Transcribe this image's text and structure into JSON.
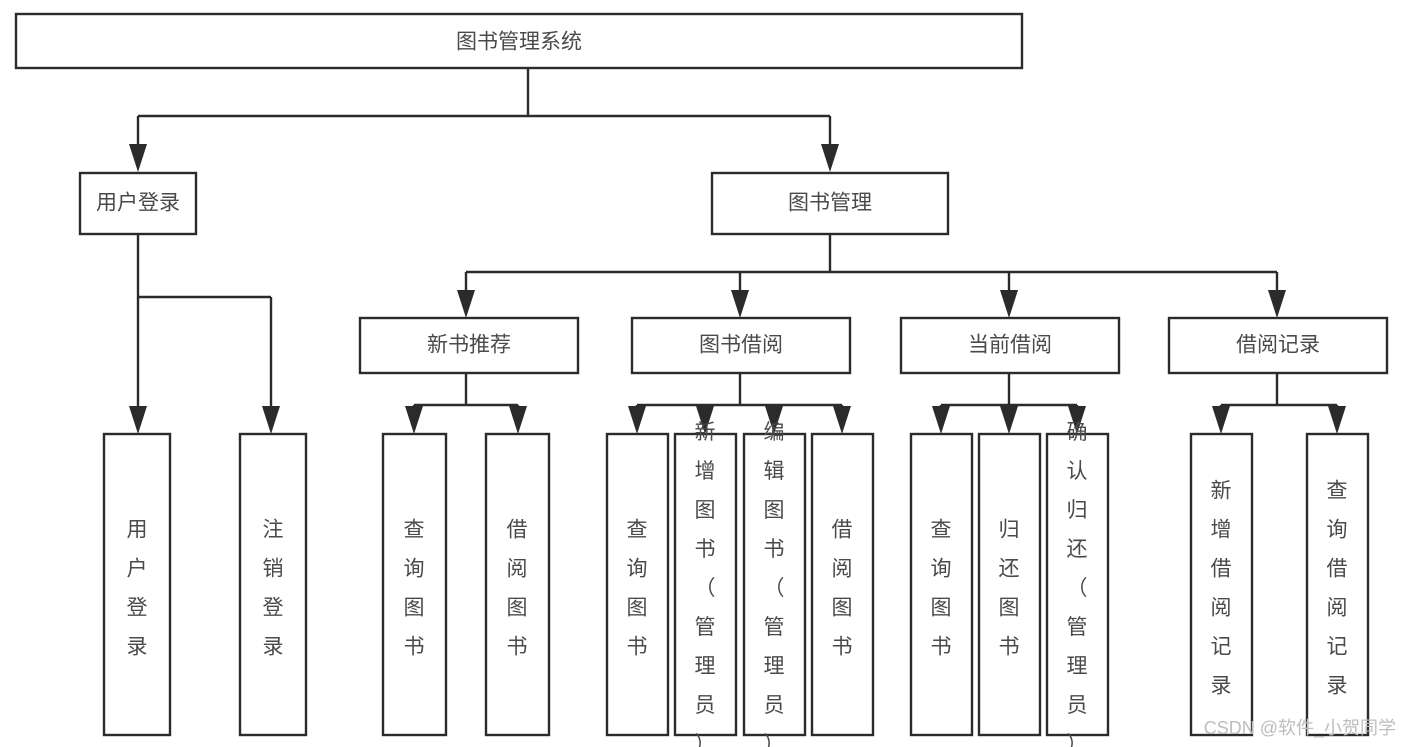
{
  "diagram": {
    "type": "tree-hierarchy-chart",
    "title": "图书管理系统",
    "orientation": "top-down",
    "colors": {
      "box_fill": "#ffffff",
      "box_stroke": "#2b2b2b",
      "text": "#4a4a4a",
      "connector": "#2b2b2b",
      "watermark": "#bdbdbd",
      "background": "#ffffff"
    },
    "root": {
      "label": "图书管理系统"
    },
    "level2": [
      {
        "label": "用户登录"
      },
      {
        "label": "图书管理"
      }
    ],
    "level3": [
      {
        "label": "新书推荐"
      },
      {
        "label": "图书借阅"
      },
      {
        "label": "当前借阅"
      },
      {
        "label": "借阅记录"
      }
    ],
    "leaves_user_login": [
      {
        "label": "用户登录"
      },
      {
        "label": "注销登录"
      }
    ],
    "leaves_new_book": [
      {
        "label": "查询图书"
      },
      {
        "label": "借阅图书"
      }
    ],
    "leaves_borrow": [
      {
        "label": "查询图书"
      },
      {
        "label": "新增图书（管理员）"
      },
      {
        "label": "编辑图书（管理员）"
      },
      {
        "label": "借阅图书"
      }
    ],
    "leaves_current": [
      {
        "label": "查询图书"
      },
      {
        "label": "归还图书"
      },
      {
        "label": "确认归还（管理员）"
      }
    ],
    "leaves_record": [
      {
        "label": "新增借阅记录"
      },
      {
        "label": "查询借阅记录"
      }
    ]
  },
  "watermark": {
    "text": "CSDN @软件_小贺同学"
  }
}
